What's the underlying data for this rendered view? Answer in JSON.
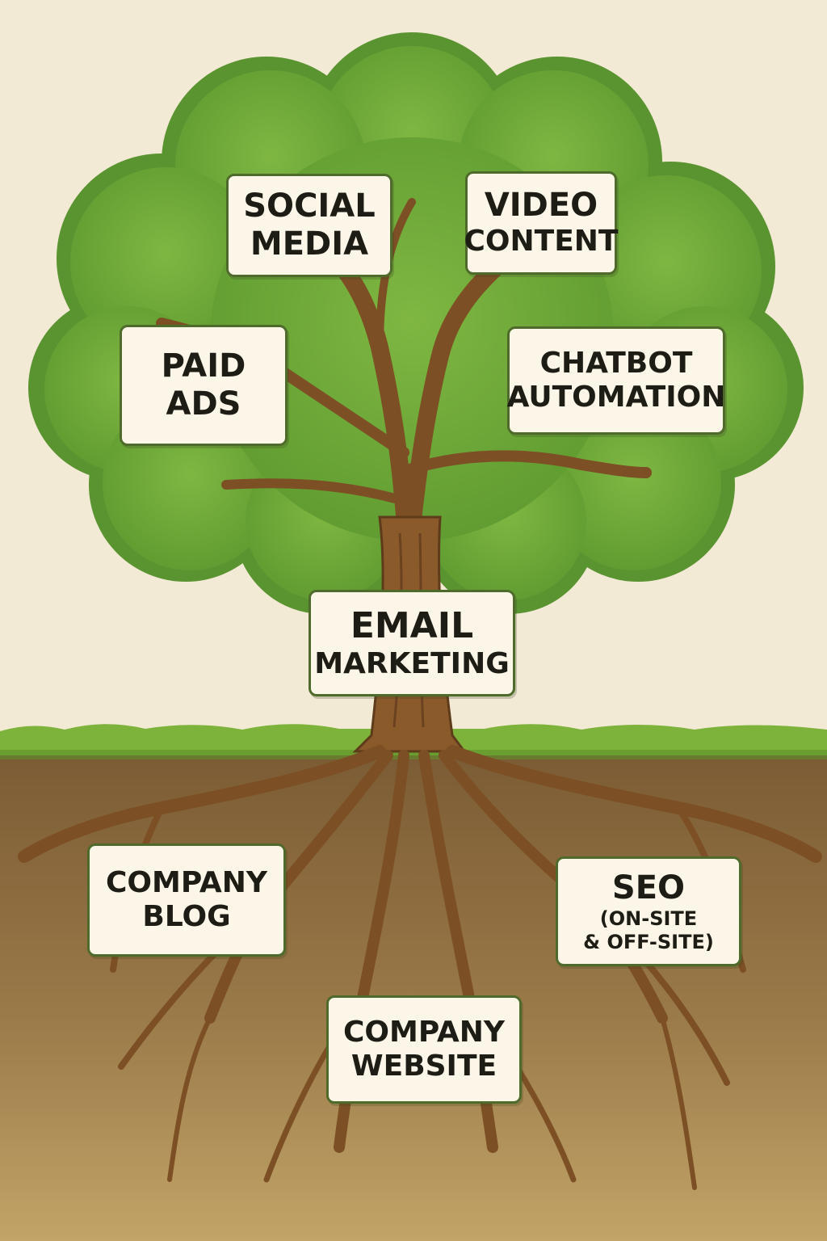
{
  "diagram": {
    "canopy_labels": {
      "social_media": {
        "line1": "SOCIAL",
        "line2": "MEDIA"
      },
      "video_content": {
        "line1": "VIDEO",
        "line2": "CONTENT"
      },
      "paid_ads": {
        "line1": "PAID",
        "line2": "ADS"
      },
      "chatbot_automation": {
        "line1": "CHATBOT",
        "line2": "AUTOMATION"
      }
    },
    "trunk_label": {
      "line1": "EMAIL",
      "line2": "MARKETING"
    },
    "root_labels": {
      "company_blog": {
        "line1": "COMPANY",
        "line2": "BLOG"
      },
      "seo": {
        "line1": "SEO",
        "line2": "(ON-SITE",
        "line3": "& OFF-SITE)"
      },
      "company_website": {
        "line1": "COMPANY",
        "line2": "WEBSITE"
      }
    }
  },
  "colors": {
    "background": "#f3ead6",
    "foliage": "#6fa83a",
    "foliage_dark": "#4f8a2a",
    "bark": "#8b5a2b",
    "bark_dark": "#5e3b1a",
    "soil": "#8a6a3e",
    "grass": "#7db33a",
    "label_fill": "#fbf6e8",
    "label_border": "#4f6b2c"
  }
}
